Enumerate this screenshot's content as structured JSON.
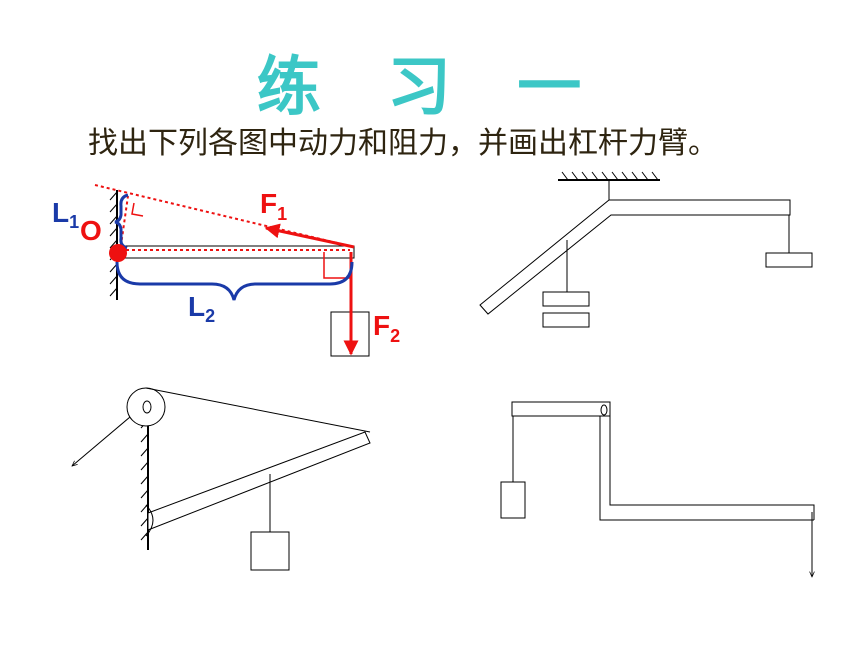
{
  "header": {
    "title": "练 习 一",
    "instruction": "找出下列各图中动力和阻力，并画出杠杆力臂。"
  },
  "labels": {
    "l1_main": "L",
    "l1_sub": "1",
    "pivot": "O",
    "l2_main": "L",
    "l2_sub": "2",
    "f1_main": "F",
    "f1_sub": "1",
    "f2_main": "F",
    "f2_sub": "2"
  },
  "colors": {
    "title": "#3cc7c6",
    "text": "#2e2410",
    "force": "#ee1111",
    "arm": "#1a3aa8",
    "line": "#000000"
  }
}
